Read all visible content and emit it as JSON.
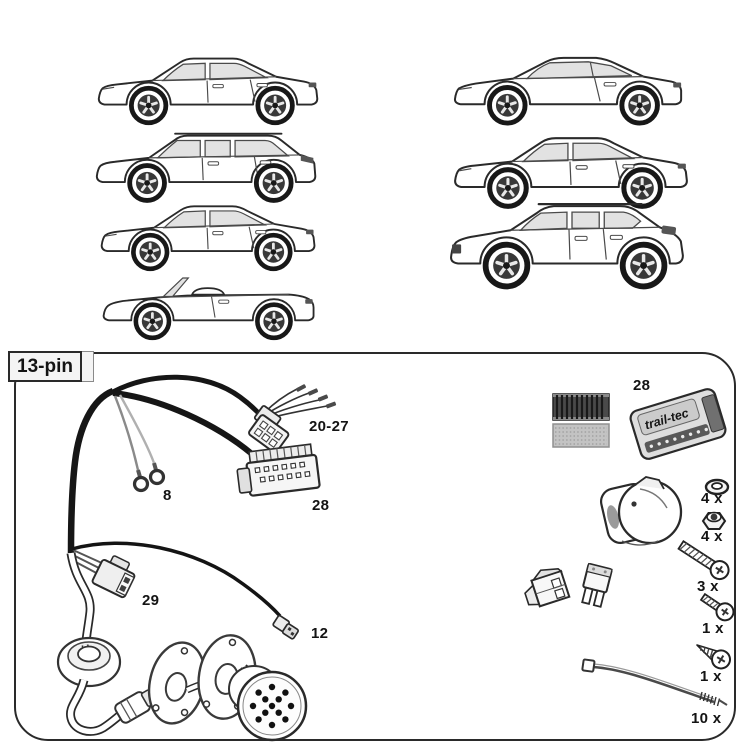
{
  "panel": {
    "title": "13-pin"
  },
  "callouts": {
    "connector_group": "20-27",
    "ring_terminals": "8",
    "harness_connector": "28",
    "flat_connector": "29",
    "bulb_connector": "12",
    "module_number": "28"
  },
  "module": {
    "brand": "trail-tec"
  },
  "hardware": [
    {
      "name": "washer",
      "qty": "4 x"
    },
    {
      "name": "lock-nut",
      "qty": "4 x"
    },
    {
      "name": "long-bolt",
      "qty": "3 x"
    },
    {
      "name": "short-bolt",
      "qty": "1 x"
    },
    {
      "name": "self-tapping-screw",
      "qty": "1 x"
    },
    {
      "name": "cable-tie",
      "qty": "10 x"
    }
  ],
  "vehicles": [
    "sedan",
    "wagon",
    "sedan",
    "convertible",
    "coupe",
    "sedan",
    "suv"
  ],
  "colors": {
    "line": "#2a2a2a",
    "window": "#e2e2e2",
    "label_box_bg": "#f4f4f4"
  }
}
